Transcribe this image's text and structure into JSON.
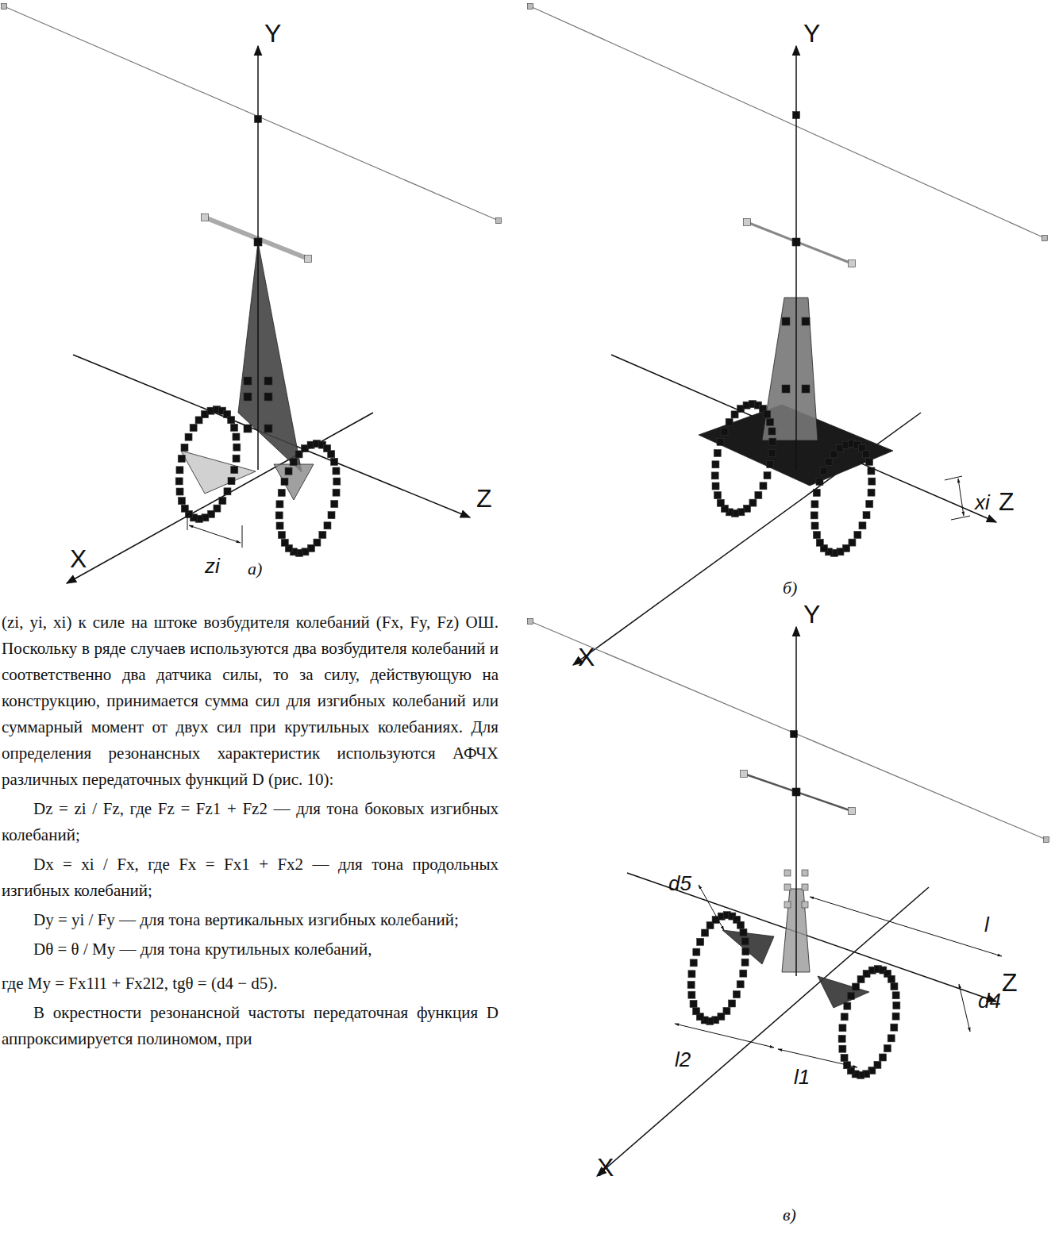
{
  "diagram": {
    "labels": [
      "Y",
      "X",
      "Z",
      "zi",
      "а)",
      "Y",
      "X",
      "Z",
      "xi",
      "б)",
      "Y",
      "X",
      "Z",
      "d5",
      "l",
      "l2",
      "l1",
      "d4",
      "в)",
      "(zi, yi, xi) к силе на штоке возбудителя колебаний (Fx, Fy, Fz) ОШ. Поскольку в ряде случаев используются два возбудителя колебаний и соответственно два датчика силы, то за силу, действующую на конструкцию, принимается сумма сил для изгибных колебаний или суммарный момент от двух сил при крутильных колебаниях. Для определения резонансных характеристик используются АФЧХ различных передаточных функций D (рис. 10):",
      "Dz = zi / Fz, где Fz = Fz1 + Fz2 — для тона боковых изгибных колебаний;",
      "Dx = xi / Fx, где Fx = Fx1 + Fx2 — для тона продольных изгибных колебаний;",
      "Dy = yi / Fy — для тона вертикальных изгибных колебаний;",
      "Dθ = θ / My — для тона крутильных колебаний,",
      "где My = Fx1l1 + Fx2l2, tgθ = (d4 − d5).",
      "В окрестности резонансной частоты передаточная функция D аппроксимируется полиномом, при"
    ]
  }
}
